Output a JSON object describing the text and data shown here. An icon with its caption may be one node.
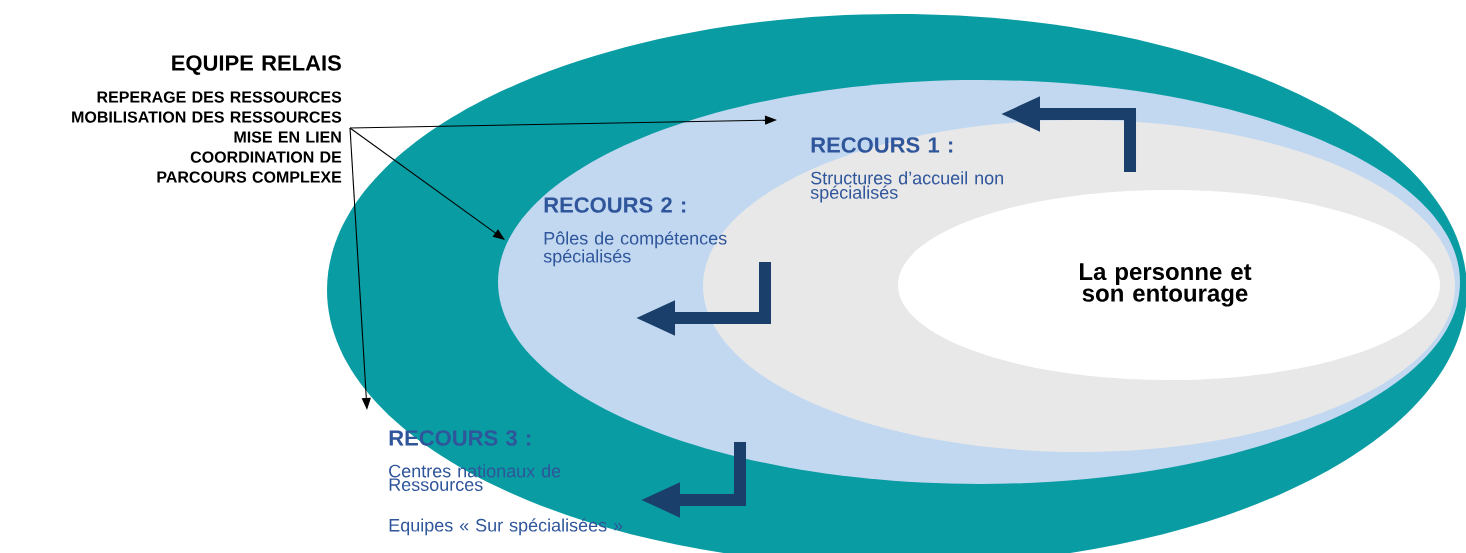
{
  "diagram": {
    "nodes": [
      {
        "text": [
          "RECOURS 3 :",
          "Centres nationaux de Ressources",
          "Equipes « Sur spécialisées »"
        ]
      },
      {
        "text": [
          "RECOURS 2 :",
          "Pôles de compétences spécialisés"
        ],
        "in": 0
      },
      {
        "text": [
          "RECOURS 1 :",
          "Structures d’accueil non spécialisés"
        ],
        "in": 1
      },
      {
        "text": [
          "La personne et son entourage"
        ],
        "in": 2
      },
      {
        "text": [
          "EQUIPE RELAIS",
          "REPERAGE DES RESSOURCES",
          "MOBILISATION DES RESSOURCES",
          "MISE EN LIEN",
          "COORDINATION DE PARCOURS COMPLEXE"
        ]
      }
    ],
    "edges": [
      {
        "from": 4,
        "to": 1,
        "arrow": "to"
      },
      {
        "from": 4,
        "to": 1,
        "arrow": "to"
      },
      {
        "from": 4,
        "to": 0,
        "arrow": "to"
      }
    ]
  }
}
